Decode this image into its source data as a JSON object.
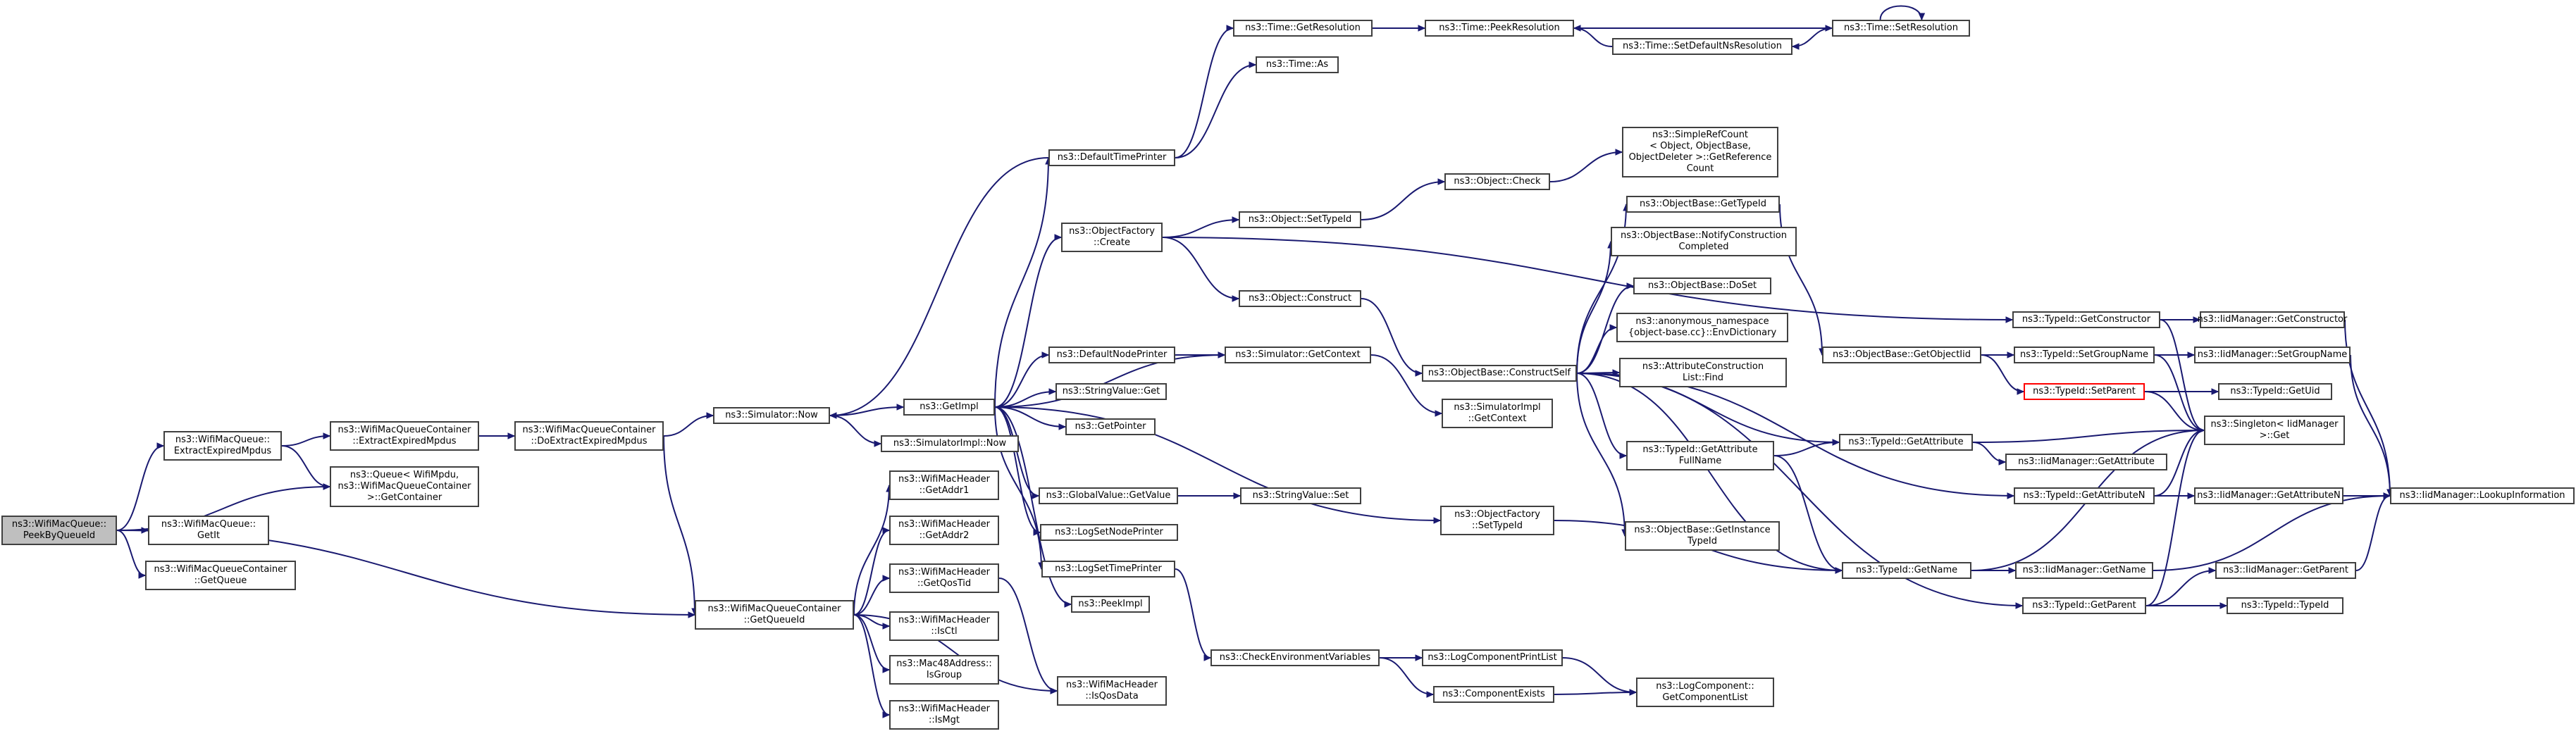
{
  "graph": {
    "root": "n0",
    "nodes": [
      {
        "id": "n0",
        "lines": [
          "ns3::WifiMacQueue::",
          "PeekByQueueId"
        ]
      },
      {
        "id": "n1",
        "lines": [
          "ns3::WifiMacQueue::",
          "ExtractExpiredMpdus"
        ]
      },
      {
        "id": "n2",
        "lines": [
          "ns3::Queue< WifiMpdu,",
          "ns3::WifiMacQueueContainer",
          ">::GetContainer"
        ]
      },
      {
        "id": "n3",
        "lines": [
          "ns3::WifiMacQueue::",
          "GetIt"
        ]
      },
      {
        "id": "n4",
        "lines": [
          "ns3::WifiMacQueueContainer",
          "::GetQueue"
        ]
      },
      {
        "id": "n5",
        "lines": [
          "ns3::WifiMacQueueContainer",
          "::GetQueueId"
        ]
      },
      {
        "id": "n6",
        "lines": [
          "ns3::WifiMacQueueContainer",
          "::ExtractExpiredMpdus"
        ]
      },
      {
        "id": "n7",
        "lines": [
          "ns3::WifiMacQueueContainer",
          "::DoExtractExpiredMpdus"
        ]
      },
      {
        "id": "n8",
        "lines": [
          "ns3::Simulator::Now"
        ]
      },
      {
        "id": "n9",
        "lines": [
          "ns3::GetImpl"
        ]
      },
      {
        "id": "n10",
        "lines": [
          "ns3::SimulatorImpl::Now"
        ]
      },
      {
        "id": "n11",
        "lines": [
          "ns3::DefaultTimePrinter"
        ]
      },
      {
        "id": "n12",
        "lines": [
          "ns3::Time::GetResolution"
        ]
      },
      {
        "id": "n13",
        "lines": [
          "ns3::Time::As"
        ]
      },
      {
        "id": "n14",
        "lines": [
          "ns3::Time::PeekResolution"
        ]
      },
      {
        "id": "n15",
        "lines": [
          "ns3::Time::SetResolution"
        ]
      },
      {
        "id": "n16",
        "lines": [
          "ns3::Time::SetDefaultNsResolution"
        ]
      },
      {
        "id": "n17",
        "lines": [
          "ns3::ObjectFactory",
          "::Create"
        ]
      },
      {
        "id": "n18",
        "lines": [
          "ns3::Object::SetTypeId"
        ]
      },
      {
        "id": "n19",
        "lines": [
          "ns3::Object::Check"
        ]
      },
      {
        "id": "n20",
        "lines": [
          "ns3::SimpleRefCount",
          "< Object, ObjectBase,",
          "ObjectDeleter >::GetReference",
          "Count"
        ]
      },
      {
        "id": "n21",
        "lines": [
          "ns3::Object::Construct"
        ]
      },
      {
        "id": "n22",
        "lines": [
          "ns3::ObjectBase::ConstructSelf"
        ]
      },
      {
        "id": "n23",
        "lines": [
          "ns3::ObjectBase::GetTypeId"
        ]
      },
      {
        "id": "n24",
        "lines": [
          "ns3::ObjectBase::NotifyConstruction",
          "Completed"
        ]
      },
      {
        "id": "n25",
        "lines": [
          "ns3::ObjectBase::DoSet"
        ]
      },
      {
        "id": "n26",
        "lines": [
          "ns3::anonymous_namespace",
          "{object-base.cc}::EnvDictionary"
        ]
      },
      {
        "id": "n27",
        "lines": [
          "ns3::AttributeConstruction",
          "List::Find"
        ]
      },
      {
        "id": "n28",
        "lines": [
          "ns3::TypeId::GetAttribute",
          "FullName"
        ]
      },
      {
        "id": "n29",
        "lines": [
          "ns3::ObjectBase::GetInstance",
          "TypeId"
        ]
      },
      {
        "id": "n30",
        "lines": [
          "ns3::TypeId::GetName"
        ]
      },
      {
        "id": "n31",
        "lines": [
          "ns3::TypeId::GetAttribute"
        ]
      },
      {
        "id": "n32",
        "lines": [
          "ns3::IidManager::GetAttribute"
        ]
      },
      {
        "id": "n33",
        "lines": [
          "ns3::TypeId::GetAttributeN"
        ]
      },
      {
        "id": "n34",
        "lines": [
          "ns3::IidManager::GetAttributeN"
        ]
      },
      {
        "id": "n35",
        "lines": [
          "ns3::IidManager::LookupInformation"
        ]
      },
      {
        "id": "n36",
        "lines": [
          "ns3::Singleton< IidManager",
          ">::Get"
        ]
      },
      {
        "id": "n37",
        "lines": [
          "ns3::IidManager::GetName"
        ]
      },
      {
        "id": "n38",
        "lines": [
          "ns3::TypeId::GetParent"
        ]
      },
      {
        "id": "n39",
        "lines": [
          "ns3::IidManager::GetParent"
        ]
      },
      {
        "id": "n40",
        "lines": [
          "ns3::TypeId::TypeId"
        ]
      },
      {
        "id": "n41",
        "lines": [
          "ns3::ObjectBase::GetObjectIid"
        ]
      },
      {
        "id": "n42",
        "lines": [
          "ns3::TypeId::SetGroupName"
        ]
      },
      {
        "id": "n43",
        "lines": [
          "ns3::IidManager::SetGroupName"
        ]
      },
      {
        "id": "n44",
        "lines": [
          "ns3::TypeId::SetParent"
        ]
      },
      {
        "id": "n45",
        "lines": [
          "ns3::TypeId::GetUid"
        ]
      },
      {
        "id": "n46",
        "lines": [
          "ns3::TypeId::GetConstructor"
        ]
      },
      {
        "id": "n47",
        "lines": [
          "ns3::IidManager::GetConstructor"
        ]
      },
      {
        "id": "n48",
        "lines": [
          "ns3::Simulator::GetContext"
        ]
      },
      {
        "id": "n49",
        "lines": [
          "ns3::SimulatorImpl",
          "::GetContext"
        ]
      },
      {
        "id": "n50",
        "lines": [
          "ns3::DefaultNodePrinter"
        ]
      },
      {
        "id": "n51",
        "lines": [
          "ns3::StringValue::Get"
        ]
      },
      {
        "id": "n52",
        "lines": [
          "ns3::GetPointer"
        ]
      },
      {
        "id": "n53",
        "lines": [
          "ns3::GlobalValue::GetValue"
        ]
      },
      {
        "id": "n54",
        "lines": [
          "ns3::StringValue::Set"
        ]
      },
      {
        "id": "n55",
        "lines": [
          "ns3::LogSetNodePrinter"
        ]
      },
      {
        "id": "n56",
        "lines": [
          "ns3::LogSetTimePrinter"
        ]
      },
      {
        "id": "n57",
        "lines": [
          "ns3::PeekImpl"
        ]
      },
      {
        "id": "n58",
        "lines": [
          "ns3::ObjectFactory",
          "::SetTypeId"
        ]
      },
      {
        "id": "n59",
        "lines": [
          "ns3::CheckEnvironmentVariables"
        ]
      },
      {
        "id": "n60",
        "lines": [
          "ns3::LogComponentPrintList"
        ]
      },
      {
        "id": "n61",
        "lines": [
          "ns3::ComponentExists"
        ]
      },
      {
        "id": "n62",
        "lines": [
          "ns3::LogComponent::",
          "GetComponentList"
        ]
      },
      {
        "id": "n63",
        "lines": [
          "ns3::WifiMacHeader",
          "::GetAddr1"
        ]
      },
      {
        "id": "n64",
        "lines": [
          "ns3::WifiMacHeader",
          "::GetAddr2"
        ]
      },
      {
        "id": "n65",
        "lines": [
          "ns3::WifiMacHeader",
          "::GetQosTid"
        ]
      },
      {
        "id": "n66",
        "lines": [
          "ns3::WifiMacHeader",
          "::IsCtl"
        ]
      },
      {
        "id": "n67",
        "lines": [
          "ns3::Mac48Address::",
          "IsGroup"
        ]
      },
      {
        "id": "n68",
        "lines": [
          "ns3::WifiMacHeader",
          "::IsMgt"
        ]
      },
      {
        "id": "n69",
        "lines": [
          "ns3::WifiMacHeader",
          "::IsQosData"
        ]
      }
    ],
    "edges": [
      [
        "n0",
        "n1"
      ],
      [
        "n0",
        "n2"
      ],
      [
        "n0",
        "n3"
      ],
      [
        "n0",
        "n4"
      ],
      [
        "n0",
        "n5"
      ],
      [
        "n1",
        "n6"
      ],
      [
        "n1",
        "n2"
      ],
      [
        "n6",
        "n7"
      ],
      [
        "n7",
        "n8"
      ],
      [
        "n7",
        "n5"
      ],
      [
        "n8",
        "n9"
      ],
      [
        "n8",
        "n10"
      ],
      [
        "n9",
        "n11"
      ],
      [
        "n9",
        "n17"
      ],
      [
        "n9",
        "n48"
      ],
      [
        "n9",
        "n50"
      ],
      [
        "n9",
        "n51"
      ],
      [
        "n9",
        "n52"
      ],
      [
        "n9",
        "n53"
      ],
      [
        "n9",
        "n55"
      ],
      [
        "n9",
        "n56"
      ],
      [
        "n9",
        "n57"
      ],
      [
        "n9",
        "n58"
      ],
      [
        "n11",
        "n8"
      ],
      [
        "n11",
        "n12"
      ],
      [
        "n11",
        "n13"
      ],
      [
        "n12",
        "n14"
      ],
      [
        "n14",
        "n15"
      ],
      [
        "n15",
        "n16"
      ],
      [
        "n16",
        "n14"
      ],
      [
        "n15",
        "n15"
      ],
      [
        "n17",
        "n18"
      ],
      [
        "n17",
        "n21"
      ],
      [
        "n17",
        "n46"
      ],
      [
        "n18",
        "n19"
      ],
      [
        "n19",
        "n20"
      ],
      [
        "n21",
        "n22"
      ],
      [
        "n22",
        "n23"
      ],
      [
        "n22",
        "n24"
      ],
      [
        "n22",
        "n25"
      ],
      [
        "n22",
        "n26"
      ],
      [
        "n22",
        "n27"
      ],
      [
        "n22",
        "n28"
      ],
      [
        "n22",
        "n29"
      ],
      [
        "n22",
        "n30"
      ],
      [
        "n22",
        "n31"
      ],
      [
        "n22",
        "n33"
      ],
      [
        "n22",
        "n38"
      ],
      [
        "n23",
        "n41"
      ],
      [
        "n28",
        "n31"
      ],
      [
        "n28",
        "n30"
      ],
      [
        "n31",
        "n32"
      ],
      [
        "n31",
        "n36"
      ],
      [
        "n33",
        "n34"
      ],
      [
        "n33",
        "n36"
      ],
      [
        "n34",
        "n35"
      ],
      [
        "n30",
        "n37"
      ],
      [
        "n30",
        "n36"
      ],
      [
        "n37",
        "n35"
      ],
      [
        "n38",
        "n39"
      ],
      [
        "n38",
        "n40"
      ],
      [
        "n38",
        "n36"
      ],
      [
        "n39",
        "n35"
      ],
      [
        "n41",
        "n42"
      ],
      [
        "n41",
        "n44"
      ],
      [
        "n42",
        "n43"
      ],
      [
        "n42",
        "n36"
      ],
      [
        "n43",
        "n35"
      ],
      [
        "n44",
        "n45"
      ],
      [
        "n44",
        "n36"
      ],
      [
        "n46",
        "n47"
      ],
      [
        "n46",
        "n36"
      ],
      [
        "n47",
        "n35"
      ],
      [
        "n48",
        "n49"
      ],
      [
        "n50",
        "n48"
      ],
      [
        "n53",
        "n54"
      ],
      [
        "n56",
        "n59"
      ],
      [
        "n59",
        "n60"
      ],
      [
        "n59",
        "n61"
      ],
      [
        "n60",
        "n62"
      ],
      [
        "n61",
        "n62"
      ],
      [
        "n58",
        "n30"
      ],
      [
        "n5",
        "n63"
      ],
      [
        "n5",
        "n64"
      ],
      [
        "n5",
        "n65"
      ],
      [
        "n5",
        "n66"
      ],
      [
        "n5",
        "n67"
      ],
      [
        "n5",
        "n68"
      ],
      [
        "n5",
        "n69"
      ],
      [
        "n65",
        "n69"
      ]
    ]
  },
  "colors": {
    "edge": "#191970",
    "border": "#404040",
    "root_fill": "#bfbfbf",
    "highlight_border": "#ff0000"
  }
}
